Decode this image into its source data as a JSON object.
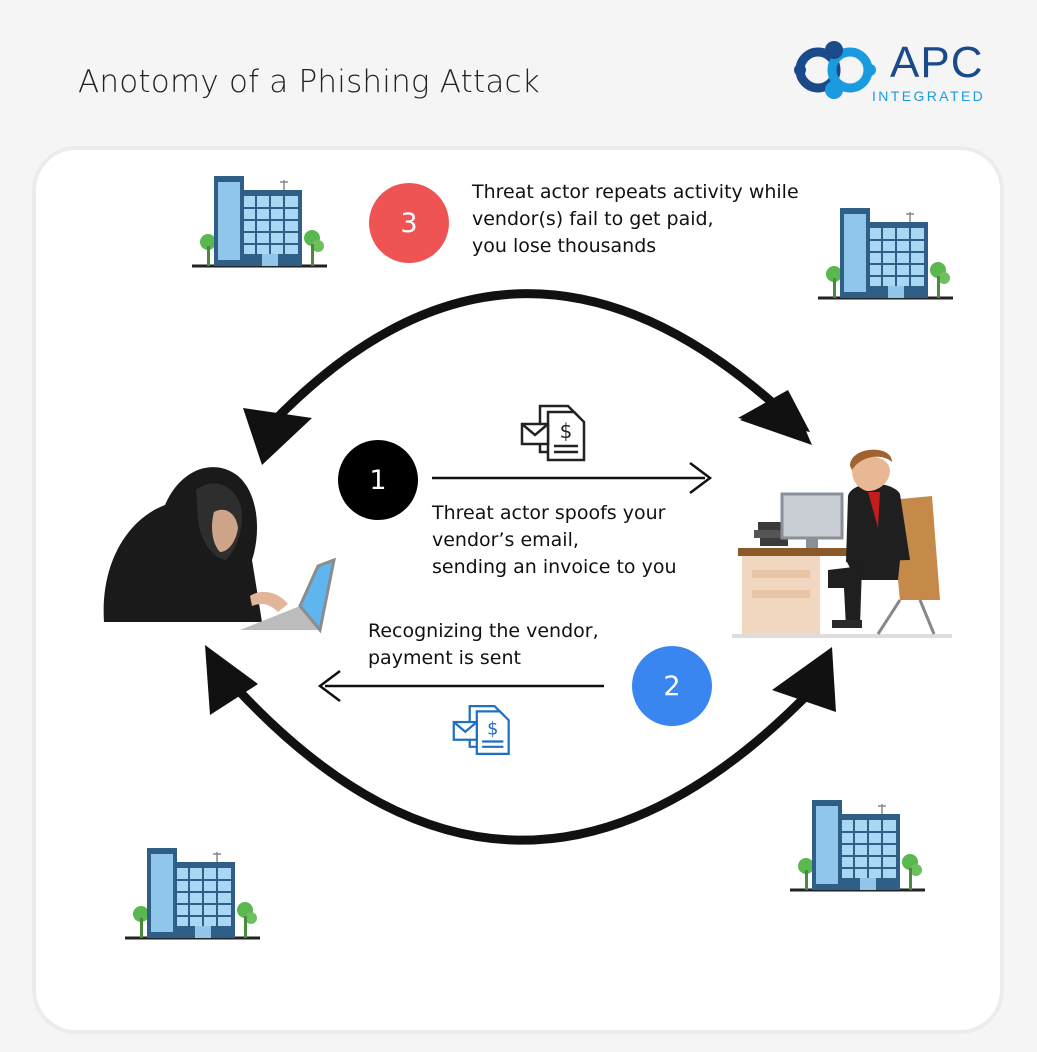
{
  "title": "Anotomy of a Phishing Attack",
  "logo": {
    "brand": "APC",
    "subtitle": "INTEGRATED"
  },
  "colors": {
    "step1": "#000000",
    "step2": "#3a86f0",
    "step3": "#ef5454",
    "logo_dark": "#1a4a8a",
    "logo_light": "#1a9be0"
  },
  "steps": [
    {
      "number": "1",
      "text": "Threat actor spoofs your\nvendor’s email,\nsending an invoice to you"
    },
    {
      "number": "2",
      "text": "Recognizing the vendor,\npayment is sent"
    },
    {
      "number": "3",
      "text": "Threat actor repeats activity while\nvendor(s) fail to get paid,\nyou lose thousands"
    }
  ],
  "icons": [
    "building-icon",
    "hacker-icon",
    "businessman-icon",
    "invoice-icon",
    "dollar-icon"
  ]
}
